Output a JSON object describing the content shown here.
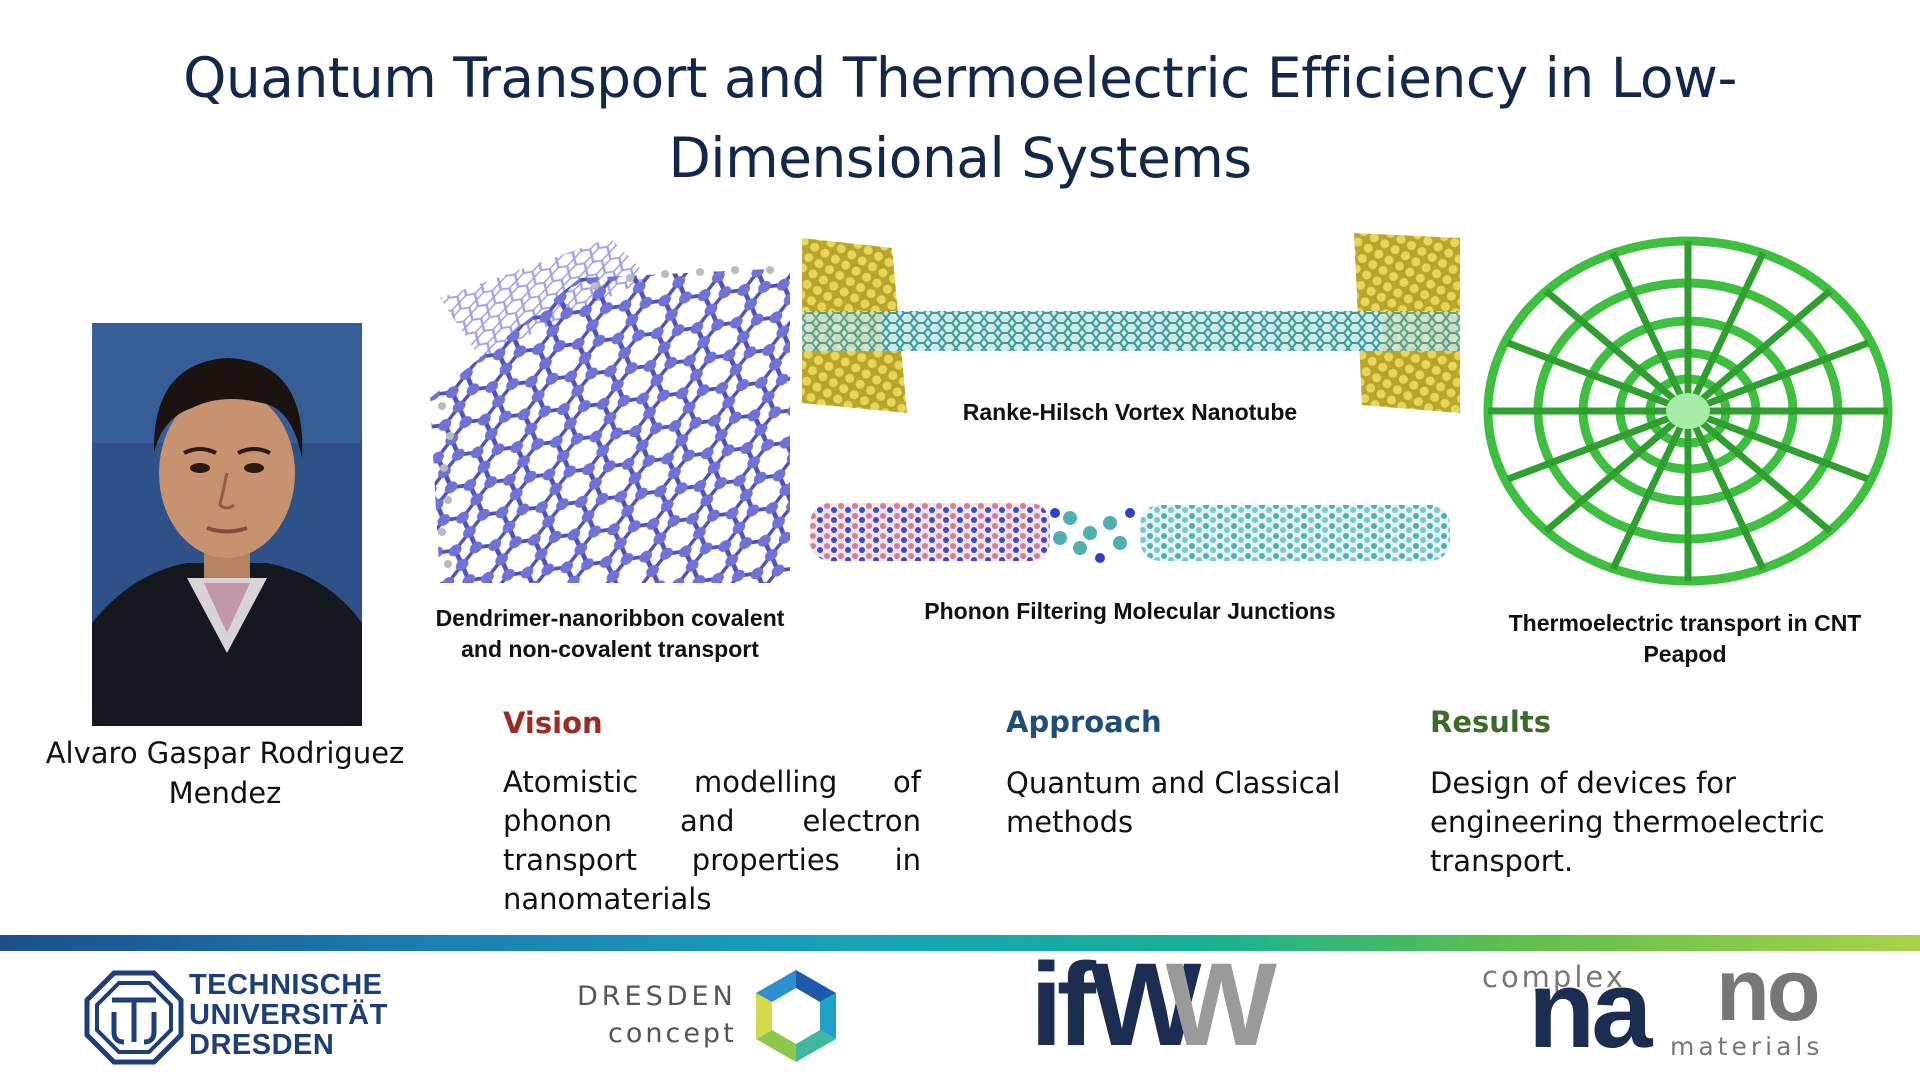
{
  "slide": {
    "title": "Quantum Transport and Thermoelectric Efficiency in Low-Dimensional Systems"
  },
  "person": {
    "name": "Alvaro Gaspar Rodriguez Mendez"
  },
  "figures": [
    {
      "caption": "Dendrimer-nanoribbon covalent and non-covalent transport"
    },
    {
      "caption": "Ranke-Hilsch Vortex Nanotube"
    },
    {
      "caption": "Phonon Filtering Molecular Junctions"
    },
    {
      "caption": "Thermoelectric transport in CNT Peapod"
    }
  ],
  "columns": [
    {
      "heading": "Vision",
      "body": "Atomistic modelling of phonon and electron transport properties in nanomaterials",
      "color": "#9b2a22"
    },
    {
      "heading": "Approach",
      "body": "Quantum and Classical methods",
      "color": "#1f4e79"
    },
    {
      "heading": "Results",
      "body": "Design of devices for engineering thermoelectric transport.",
      "color": "#3b6b2a"
    }
  ],
  "logos": {
    "tud_lines": [
      "TECHNISCHE",
      "UNIVERSITÄT",
      "DRESDEN"
    ],
    "dresden_concept_line1": "DRESDEN",
    "dresden_concept_line2": "concept",
    "ifw_part1": "ifW",
    "ifw_part2": "W",
    "complex_nano_complex": "complex",
    "complex_nano_na": "na",
    "complex_nano_no": "no",
    "complex_nano_materials": "materials"
  },
  "colors": {
    "title": "#12284a",
    "band_start": "#1b4f8a",
    "band_mid": "#19a3b8",
    "band_end": "#a8d14a",
    "graphene": "#6f72d6",
    "gold": "#c9b83a",
    "nanotube": "#4fb0b0",
    "peapod": "#3fbf3f"
  }
}
